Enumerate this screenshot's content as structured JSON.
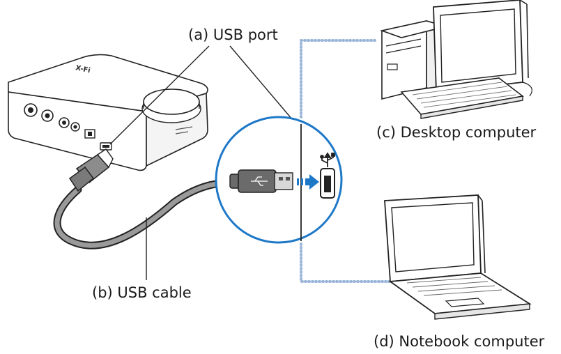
{
  "labels": {
    "usb_port": "(a)  USB port",
    "usb_cable": "(b)  USB cable",
    "desktop": "(c)  Desktop computer",
    "notebook": "(d) Notebook computer"
  },
  "device": {
    "brand_mark": "X-Fi"
  },
  "icons": {
    "usb_symbol": "usb-icon"
  },
  "colors": {
    "connector_dots": "#9bb6d9",
    "highlight_circle": "#1e78c8",
    "insert_arrow": "#1e78c8"
  }
}
